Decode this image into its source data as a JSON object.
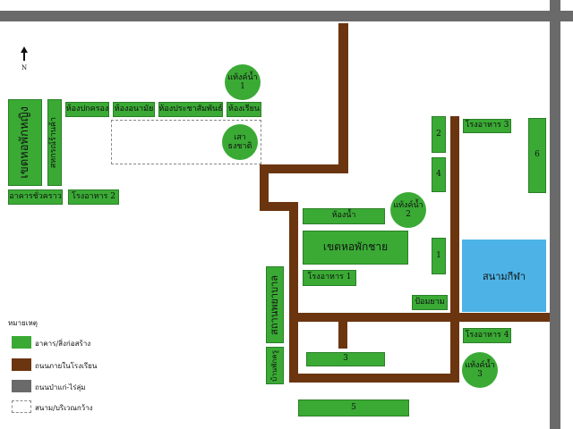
{
  "colors": {
    "building": "#3aaa35",
    "road": "#6b3510",
    "wasteland": "#6a6a6a",
    "field": "#4db3e6"
  },
  "north_label": "N",
  "buildings": {
    "dormitory_left": "เขตหอพักหญิง",
    "office_small": "สหกรณ์ร้านค้า",
    "room_admin": "ห้องปกครอง",
    "room_nurse": "ห้องอนามัย",
    "room_pr": "ห้องประชาสัมพันธ์",
    "room_study": "ห้องเรียน",
    "flag": "เสาธงชาติ",
    "temp_building": "อาคารชั่วคราว",
    "canteen2": "โรงอาหาร 2",
    "restroom": "ห้องน้ำ",
    "dorm_boys": "เขตหอพักชาย",
    "canteen1": "โรงอาหาร 1",
    "guard": "ป้อมยาม",
    "canteen3": "โรงอาหาร 3",
    "canteen4": "โรงอาหาร 4",
    "b1": "1",
    "b2": "2",
    "b3": "3",
    "b4": "4",
    "b5": "5",
    "b6": "6",
    "garden_v": "สถานพยาบาล",
    "small_v": "บ้านพักครู",
    "field": "สนามกีฬา"
  },
  "water_points": [
    {
      "label": "แท้งค์น้ำ",
      "num": "1"
    },
    {
      "label": "แท้งค์น้ำ",
      "num": "2"
    },
    {
      "label": "แท้งค์น้ำ",
      "num": "3"
    }
  ],
  "legend": {
    "title": "หมายเหตุ",
    "items": [
      {
        "label": "อาคาร/สิ่งก่อสร้าง"
      },
      {
        "label": "ถนนภายในโรงเรียน"
      },
      {
        "label": "ถนนป่าแก่-ไร่ลุ่ม"
      },
      {
        "label": "สนาม/บริเวณกว้าง"
      }
    ]
  }
}
